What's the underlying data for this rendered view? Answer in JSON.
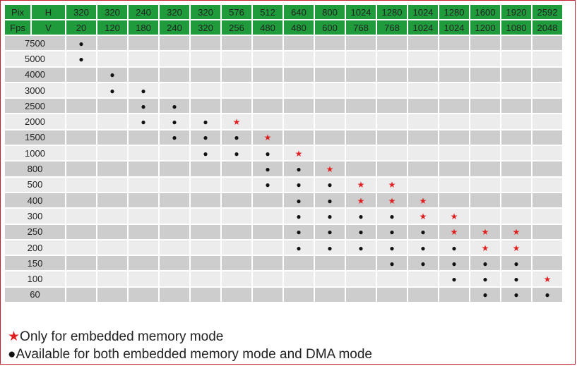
{
  "colors": {
    "header_bg": "#1f9b3c",
    "header_text": "#ffffff",
    "row_dark": "#cdcdcd",
    "row_light": "#ececec",
    "star": "#e02020",
    "dot": "#111111",
    "frame": "#c0202c"
  },
  "symbols": {
    "dot": "●",
    "star": "★"
  },
  "header": {
    "row1_label": "Pix",
    "row1_axis": "H",
    "row2_label": "Fps",
    "row2_axis": "V",
    "h_values": [
      "320",
      "320",
      "240",
      "320",
      "320",
      "576",
      "512",
      "640",
      "800",
      "1024",
      "1280",
      "1024",
      "1280",
      "1600",
      "1920",
      "2592"
    ],
    "v_values": [
      "20",
      "120",
      "180",
      "240",
      "320",
      "256",
      "480",
      "480",
      "600",
      "768",
      "768",
      "1024",
      "1024",
      "1200",
      "1080",
      "2048"
    ]
  },
  "rows": [
    {
      "fps": "7500",
      "cells": [
        "dot",
        "",
        "",
        "",
        "",
        "",
        "",
        "",
        "",
        "",
        "",
        "",
        "",
        "",
        "",
        ""
      ]
    },
    {
      "fps": "5000",
      "cells": [
        "dot",
        "",
        "",
        "",
        "",
        "",
        "",
        "",
        "",
        "",
        "",
        "",
        "",
        "",
        "",
        ""
      ]
    },
    {
      "fps": "4000",
      "cells": [
        "",
        "dot",
        "",
        "",
        "",
        "",
        "",
        "",
        "",
        "",
        "",
        "",
        "",
        "",
        "",
        ""
      ]
    },
    {
      "fps": "3000",
      "cells": [
        "",
        "dot",
        "dot",
        "",
        "",
        "",
        "",
        "",
        "",
        "",
        "",
        "",
        "",
        "",
        "",
        ""
      ]
    },
    {
      "fps": "2500",
      "cells": [
        "",
        "",
        "dot",
        "dot",
        "",
        "",
        "",
        "",
        "",
        "",
        "",
        "",
        "",
        "",
        "",
        ""
      ]
    },
    {
      "fps": "2000",
      "cells": [
        "",
        "",
        "dot",
        "dot",
        "dot",
        "star",
        "",
        "",
        "",
        "",
        "",
        "",
        "",
        "",
        "",
        ""
      ]
    },
    {
      "fps": "1500",
      "cells": [
        "",
        "",
        "",
        "dot",
        "dot",
        "dot",
        "star",
        "",
        "",
        "",
        "",
        "",
        "",
        "",
        "",
        ""
      ]
    },
    {
      "fps": "1000",
      "cells": [
        "",
        "",
        "",
        "",
        "dot",
        "dot",
        "dot",
        "star",
        "",
        "",
        "",
        "",
        "",
        "",
        "",
        ""
      ]
    },
    {
      "fps": "800",
      "cells": [
        "",
        "",
        "",
        "",
        "",
        "",
        "dot",
        "dot",
        "star",
        "",
        "",
        "",
        "",
        "",
        "",
        ""
      ]
    },
    {
      "fps": "500",
      "cells": [
        "",
        "",
        "",
        "",
        "",
        "",
        "dot",
        "dot",
        "dot",
        "star",
        "star",
        "",
        "",
        "",
        "",
        ""
      ]
    },
    {
      "fps": "400",
      "cells": [
        "",
        "",
        "",
        "",
        "",
        "",
        "",
        "dot",
        "dot",
        "star",
        "star",
        "star",
        "",
        "",
        "",
        ""
      ]
    },
    {
      "fps": "300",
      "cells": [
        "",
        "",
        "",
        "",
        "",
        "",
        "",
        "dot",
        "dot",
        "dot",
        "dot",
        "star",
        "star",
        "",
        "",
        ""
      ]
    },
    {
      "fps": "250",
      "cells": [
        "",
        "",
        "",
        "",
        "",
        "",
        "",
        "dot",
        "dot",
        "dot",
        "dot",
        "dot",
        "star",
        "star",
        "star",
        ""
      ]
    },
    {
      "fps": "200",
      "cells": [
        "",
        "",
        "",
        "",
        "",
        "",
        "",
        "dot",
        "dot",
        "dot",
        "dot",
        "dot",
        "dot",
        "star",
        "star",
        ""
      ]
    },
    {
      "fps": "150",
      "cells": [
        "",
        "",
        "",
        "",
        "",
        "",
        "",
        "",
        "",
        "",
        "dot",
        "dot",
        "dot",
        "dot",
        "dot",
        ""
      ]
    },
    {
      "fps": "100",
      "cells": [
        "",
        "",
        "",
        "",
        "",
        "",
        "",
        "",
        "",
        "",
        "",
        "",
        "dot",
        "dot",
        "dot",
        "star"
      ]
    },
    {
      "fps": "60",
      "cells": [
        "",
        "",
        "",
        "",
        "",
        "",
        "",
        "",
        "",
        "",
        "",
        "",
        "",
        "dot",
        "dot",
        "dot"
      ]
    }
  ],
  "legend": {
    "star_text": "Only for embedded memory mode",
    "dot_text": "Available for both embedded memory mode and DMA mode"
  }
}
